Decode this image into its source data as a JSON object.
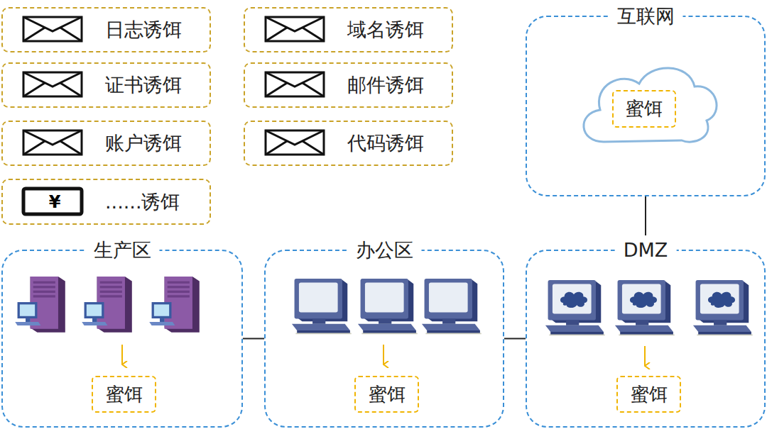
{
  "diagram": {
    "nodes": [
      {
        "text": [
          "日志诱饵"
        ]
      },
      {
        "text": [
          "域名诱饵"
        ]
      },
      {
        "text": [
          "互联网"
        ]
      },
      {
        "text": [
          "蜜饵"
        ],
        "in": 2
      },
      {
        "text": [
          "证书诱饵"
        ]
      },
      {
        "text": [
          "邮件诱饵"
        ]
      },
      {
        "text": [
          "账户诱饵"
        ]
      },
      {
        "text": [
          "代码诱饵"
        ]
      },
      {
        "text": [
          "......诱饵"
        ]
      },
      {
        "text": [
          "生产区"
        ]
      },
      {
        "text": [
          "蜜饵"
        ],
        "in": 9
      },
      {
        "text": [
          "办公区"
        ]
      },
      {
        "text": [
          "蜜饵"
        ],
        "in": 11
      },
      {
        "text": [
          "DMZ"
        ]
      },
      {
        "text": [
          "蜜饵"
        ],
        "in": 13
      }
    ],
    "edges": [
      {
        "from": 2,
        "to": 13,
        "arrow": "none"
      },
      {
        "from": 9,
        "to": 11,
        "arrow": "none"
      },
      {
        "from": 11,
        "to": 13,
        "arrow": "none"
      }
    ],
    "labels": [
      "¥"
    ]
  }
}
